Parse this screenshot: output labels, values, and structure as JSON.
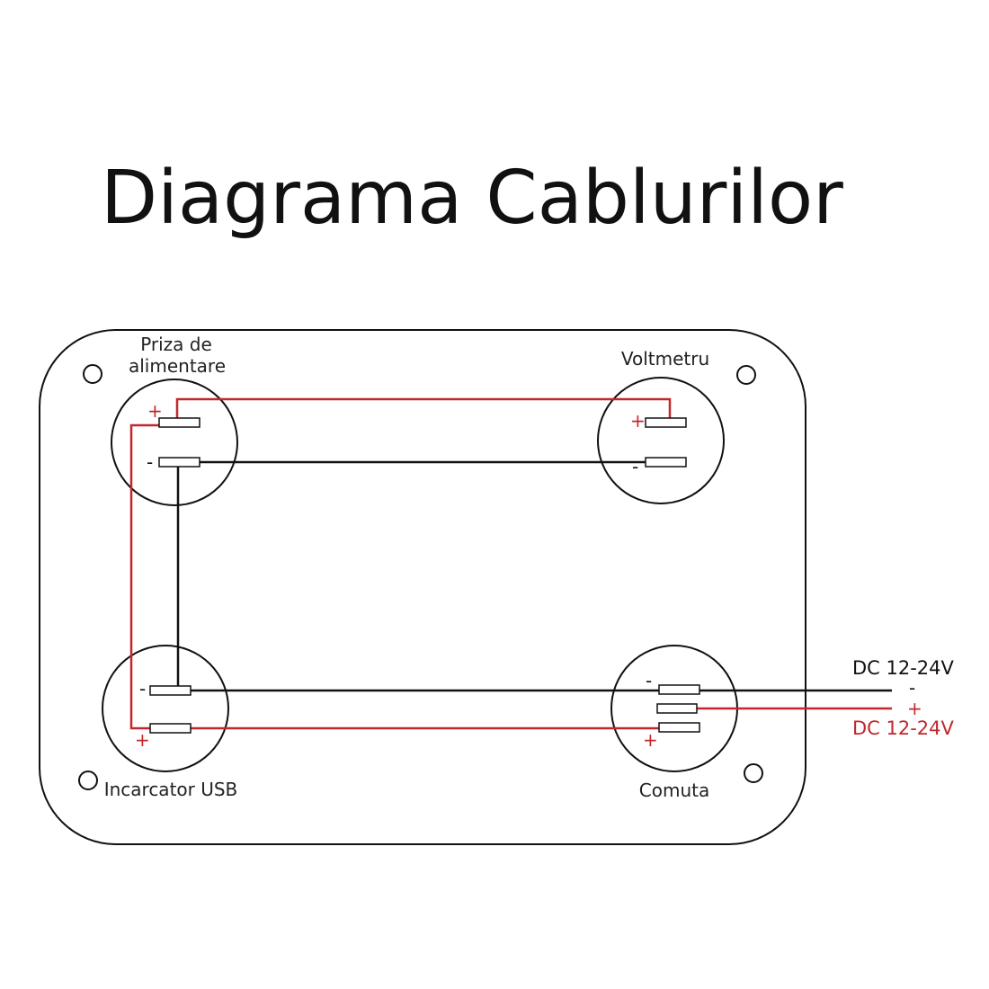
{
  "title": "Diagrama Cablurilor",
  "colors": {
    "positive_wire": "#c0282d",
    "negative_wire": "#111111",
    "outline": "#111111",
    "text": "#222222"
  },
  "components": {
    "priza": {
      "label_line1": "Priza de",
      "label_line2": "alimentare",
      "plus": "+",
      "minus": "-"
    },
    "voltmetru": {
      "label": "Voltmetru",
      "plus": "+",
      "minus": "-"
    },
    "usb": {
      "label": "Incarcator USB",
      "plus": "+",
      "minus": "-"
    },
    "comuta": {
      "label": "Comuta",
      "plus": "+",
      "minus": "-"
    }
  },
  "supply": {
    "negative_label": "DC 12-24V",
    "negative_sign": "-",
    "positive_label": "DC 12-24V",
    "positive_sign": "+"
  }
}
